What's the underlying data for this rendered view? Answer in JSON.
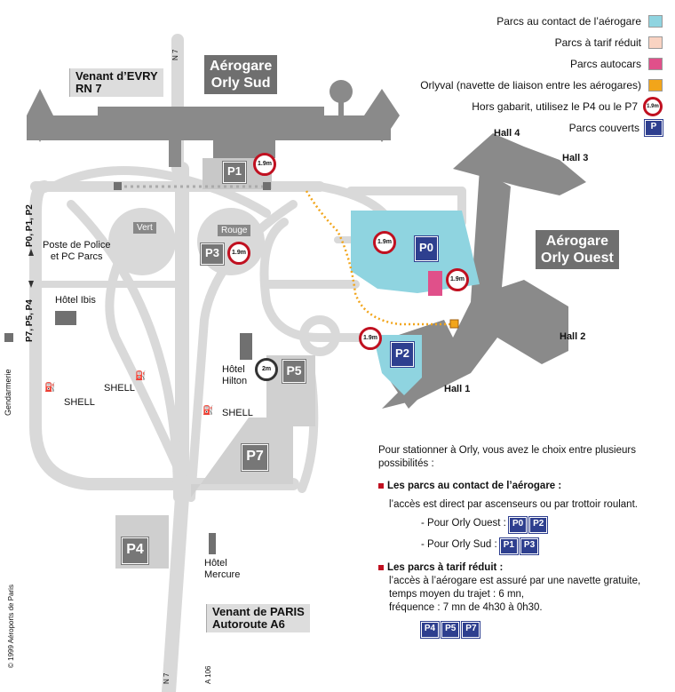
{
  "legend": [
    {
      "label": "Parcs au contact de l’aérogare",
      "swatch": "#8fd4e0",
      "icon": "swatch-cyan-icon"
    },
    {
      "label": "Parcs à tarif réduit",
      "swatch": "#f9d3c2",
      "icon": "swatch-peach-icon"
    },
    {
      "label": "Parcs autocars",
      "swatch": "#e0508a",
      "icon": "swatch-pink-icon"
    },
    {
      "label": "Orlyval (navette de liaison entre les aérogares)",
      "swatch": "#f2a51a",
      "icon": "swatch-orange-icon"
    },
    {
      "label": "Hors gabarit, utilisez le P4 ou le P7",
      "sign": "1.9m",
      "icon": "height-limit-sign-icon"
    },
    {
      "label": "Parcs couverts",
      "badge": "P",
      "icon": "covered-parking-icon"
    }
  ],
  "terminals": {
    "sud": {
      "line1": "Aérogare",
      "line2": "Orly Sud"
    },
    "ouest": {
      "line1": "Aérogare",
      "line2": "Orly Ouest"
    }
  },
  "roads": {
    "evry": {
      "line1": "Venant d’EVRY",
      "line2": "RN 7"
    },
    "paris": {
      "line1": "Venant de PARIS",
      "line2": "Autoroute A6"
    },
    "n7_top": "N 7",
    "n7_bottom": "N 7",
    "a106": "A 106"
  },
  "halls": [
    "Hall 1",
    "Hall 2",
    "Hall 3",
    "Hall 4"
  ],
  "places": {
    "police": {
      "line1": "Poste de Police",
      "line2": "et PC Parcs"
    },
    "ibis": "Hôtel Ibis",
    "hilton": {
      "line1": "Hôtel",
      "line2": "Hilton"
    },
    "mercure": {
      "line1": "Hôtel",
      "line2": "Mercure"
    },
    "shell": "SHELL",
    "gendarmerie": "Gendarmerie",
    "vert": "Vert",
    "rouge": "Rouge"
  },
  "side_arrows": {
    "up": "P0, P1, P2",
    "down": "P7, P5, P4"
  },
  "parkings": {
    "p0": "P0",
    "p1": "P1",
    "p2": "P2",
    "p3": "P3",
    "p4": "P4",
    "p5": "P5",
    "p7": "P7"
  },
  "sign_text": "1.9m",
  "two_m": "2m",
  "info": {
    "intro": "Pour stationner à Orly, vous avez le choix entre plusieurs possibilités :",
    "section1_title": "Les parcs au contact de l’aérogare :",
    "section1_text": "l’accès est direct par ascenseurs ou par trottoir roulant.",
    "ouest_label": "- Pour Orly Ouest :",
    "ouest_badges": [
      "P0",
      "P2"
    ],
    "sud_label": "- Pour Orly Sud :",
    "sud_badges": [
      "P1",
      "P3"
    ],
    "section2_title": "Les parcs à tarif réduit :",
    "section2_text1": "l’accès à l’aérogare est assuré par une navette gratuite,",
    "section2_text2": "temps moyen du trajet : 6 mn,",
    "section2_text3": "fréquence : 7 mn de 4h30 à 0h30.",
    "reduced_badges": [
      "P4",
      "P5",
      "P7"
    ]
  },
  "copyright": "© 1999 Aéroports de Paris",
  "colors": {
    "building": "#8a8a8a",
    "road": "#d9d9d9",
    "cyan": "#8fd4e0",
    "pink": "#e0508a",
    "orange": "#f2a51a",
    "blue": "#2e3f8f",
    "red": "#c01020"
  }
}
